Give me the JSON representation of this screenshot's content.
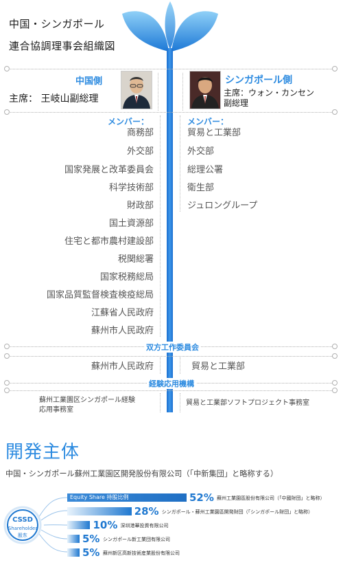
{
  "header": {
    "line1": "中国・シンガポール",
    "line2": "連合協調理事会組織図"
  },
  "china_side": {
    "heading": "中国側",
    "chair": "主席：  王岐山副総理",
    "members_label": "メンバー：",
    "members": [
      "商務部",
      "外交部",
      "国家発展と改革委員会",
      "科学技術部",
      "財政部",
      "国土資源部",
      "住宅と都市農村建設部",
      "税関総署",
      "国家税務総局",
      "国家品質監督検査検疫総局",
      "江蘇省人民政府",
      "蘇州市人民政府"
    ]
  },
  "singapore_side": {
    "heading": "シンガポール側",
    "chair_line1": "主席：ウォン・カンセン",
    "chair_line2": "副総理",
    "members_label": "メンバー：",
    "members": [
      "貿易と工業部",
      "外交部",
      "総理公署",
      "衛生部",
      "ジュロングループ"
    ]
  },
  "joint_committee": {
    "label": "双方工作委員会",
    "left": "蘇州市人民政府",
    "right": "貿易と工業部"
  },
  "experience_office": {
    "label": "経験応用機構",
    "left_line1": "蘇州工業園区シンガポール経験",
    "left_line2": "応用事務室",
    "right": "貿易と工業部ソフトプロジェクト事務室"
  },
  "development": {
    "title": "開発主体",
    "subtitle": "中国・シンガポール蘇州工業園区開発股份有限公司（「中新集団」と略称する）",
    "circle_main": "CSSD",
    "circle_sub1": "Shareholder",
    "circle_sub2": "股东",
    "first_bar_label": "Equity Share 持股比例",
    "shareholders": [
      {
        "pct": "52%",
        "value": 52,
        "name": "蘇州工業園區股份有限公司（「中國財団」と略称）"
      },
      {
        "pct": "28%",
        "value": 28,
        "name": "シンガポール・蘇州工業園區開発財団（「シンガポール財団」と略称）"
      },
      {
        "pct": "10%",
        "value": 10,
        "name": "深圳港華投資有限公司"
      },
      {
        "pct": "5%",
        "value": 5,
        "name": "シンガポール新工業団有限公司"
      },
      {
        "pct": "5%",
        "value": 5,
        "name": "蘇州新区高新技術産業股份有限公司"
      }
    ],
    "colors": {
      "accent": "#1f78d0",
      "light": "#e8f3fc"
    }
  }
}
